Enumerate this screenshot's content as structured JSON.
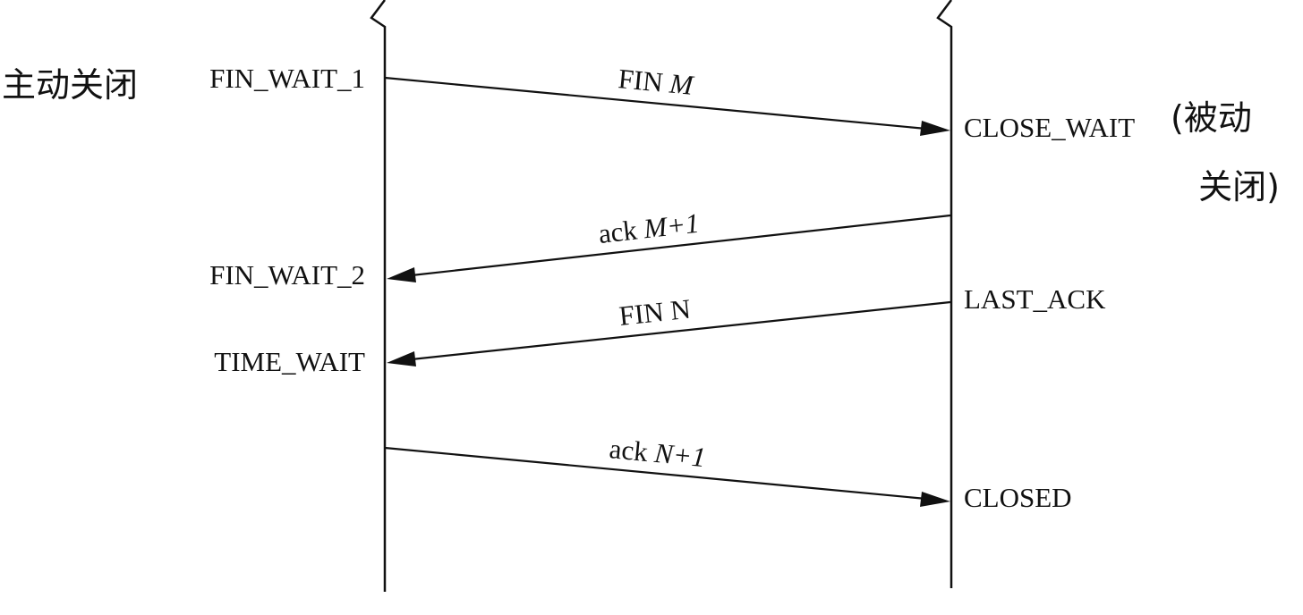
{
  "annotations": {
    "active_close": "主动关闭",
    "passive_close_line1": "(被动",
    "passive_close_line2": "关闭)"
  },
  "left_states": {
    "fin_wait_1": "FIN_WAIT_1",
    "fin_wait_2": "FIN_WAIT_2",
    "time_wait": "TIME_WAIT"
  },
  "right_states": {
    "close_wait": "CLOSE_WAIT",
    "last_ack": "LAST_ACK",
    "closed": "CLOSED"
  },
  "messages": [
    {
      "main": "FIN ",
      "var": "M",
      "direction": "left-to-right"
    },
    {
      "main": "ack ",
      "var": "M+1",
      "direction": "right-to-left"
    },
    {
      "main": "FIN N",
      "var": "",
      "direction": "right-to-left"
    },
    {
      "main": "ack ",
      "var": "N+1",
      "direction": "left-to-right"
    }
  ]
}
